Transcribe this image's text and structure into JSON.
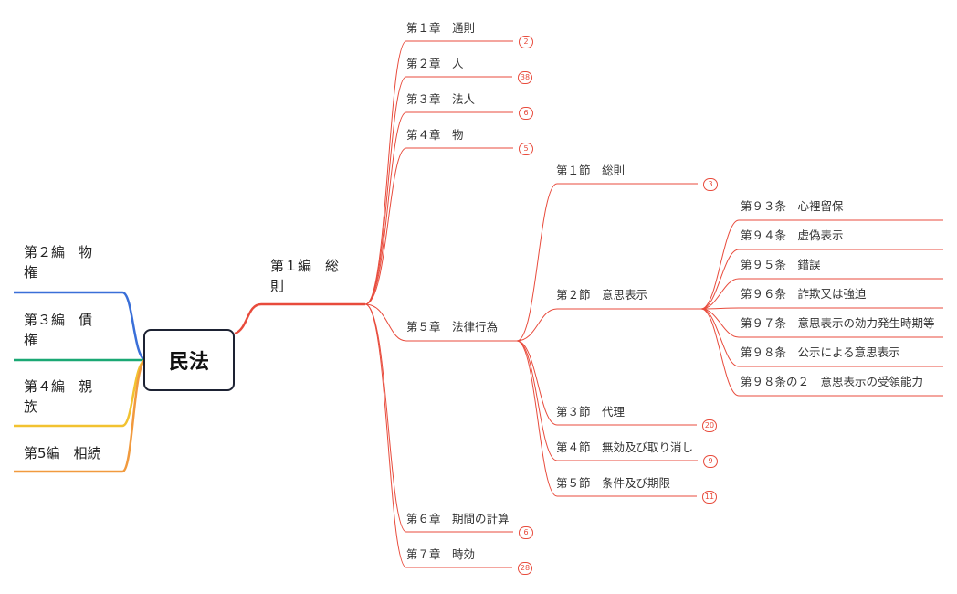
{
  "root": {
    "label": "民法"
  },
  "left_branches": [
    {
      "line1": "第２編　物",
      "line2": "権",
      "color": "#3a6fd8"
    },
    {
      "line1": "第３編　債",
      "line2": "権",
      "color": "#1aa874"
    },
    {
      "line1": "第４編　親",
      "line2": "族",
      "color": "#f2c230"
    },
    {
      "line1": "第5編　相続",
      "line2": "",
      "color": "#f19a3e"
    }
  ],
  "main_branch": {
    "line1": "第１編　総",
    "line2": "則",
    "color": "#e84b3c"
  },
  "chapters": [
    {
      "label": "第１章　通則",
      "count": "2"
    },
    {
      "label": "第２章　人",
      "count": "38"
    },
    {
      "label": "第３章　法人",
      "count": "6"
    },
    {
      "label": "第４章　物",
      "count": "5"
    },
    {
      "label": "第５章　法律行為",
      "count": ""
    },
    {
      "label": "第６章　期間の計算",
      "count": "6"
    },
    {
      "label": "第７章　時効",
      "count": "28"
    }
  ],
  "sections": [
    {
      "label": "第１節　総則",
      "count": "3"
    },
    {
      "label": "第２節　意思表示",
      "count": ""
    },
    {
      "label": "第３節　代理",
      "count": "20"
    },
    {
      "label": "第４節　無効及び取り消し",
      "count": "9"
    },
    {
      "label": "第５節　条件及び期限",
      "count": "11"
    }
  ],
  "articles": [
    {
      "label": "第９３条　心裡留保"
    },
    {
      "label": "第９４条　虚偽表示"
    },
    {
      "label": "第９５条　錯誤"
    },
    {
      "label": "第９６条　詐欺又は強迫"
    },
    {
      "label": "第９７条　意思表示の効力発生時期等"
    },
    {
      "label": "第９８条　公示による意思表示"
    },
    {
      "label": "第９８条の２　意思表示の受領能力"
    }
  ],
  "colors": {
    "branch": "#e84b3c",
    "root_border": "#1d2233"
  }
}
